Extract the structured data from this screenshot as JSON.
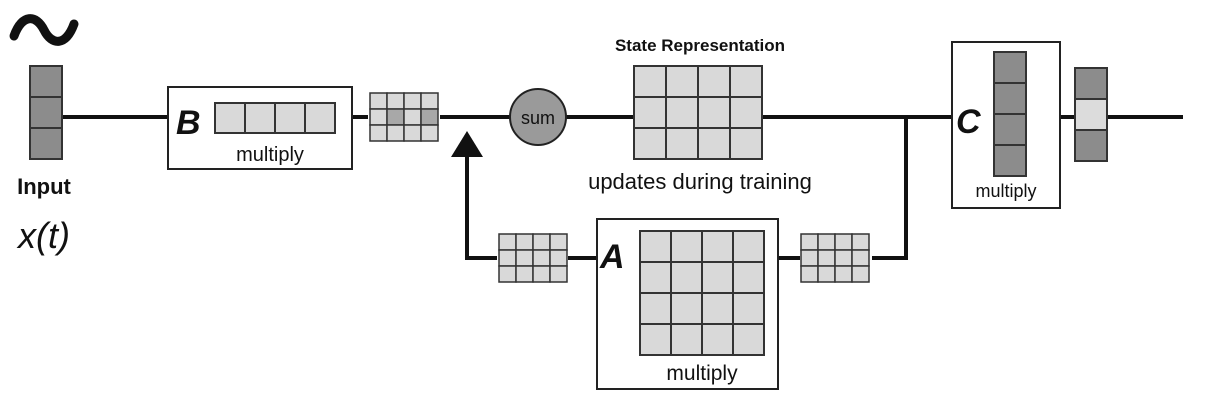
{
  "input": {
    "label": "Input",
    "symbol": "x(t)",
    "wave_icon": "tilde-wave-icon"
  },
  "block_b": {
    "letter": "B",
    "caption": "multiply"
  },
  "block_a": {
    "letter": "A",
    "caption": "multiply"
  },
  "block_c": {
    "letter": "C",
    "caption": "multiply"
  },
  "sum_node": {
    "label": "sum"
  },
  "state": {
    "title": "State Representation",
    "caption": "updates during training"
  },
  "colors": {
    "line": "#111111",
    "cell_light": "#d9d9d9",
    "cell_dark": "#8c8c8c",
    "cell_mid": "#a8a8a8",
    "sum_fill": "#9a9a9a",
    "box_border": "#222222"
  }
}
